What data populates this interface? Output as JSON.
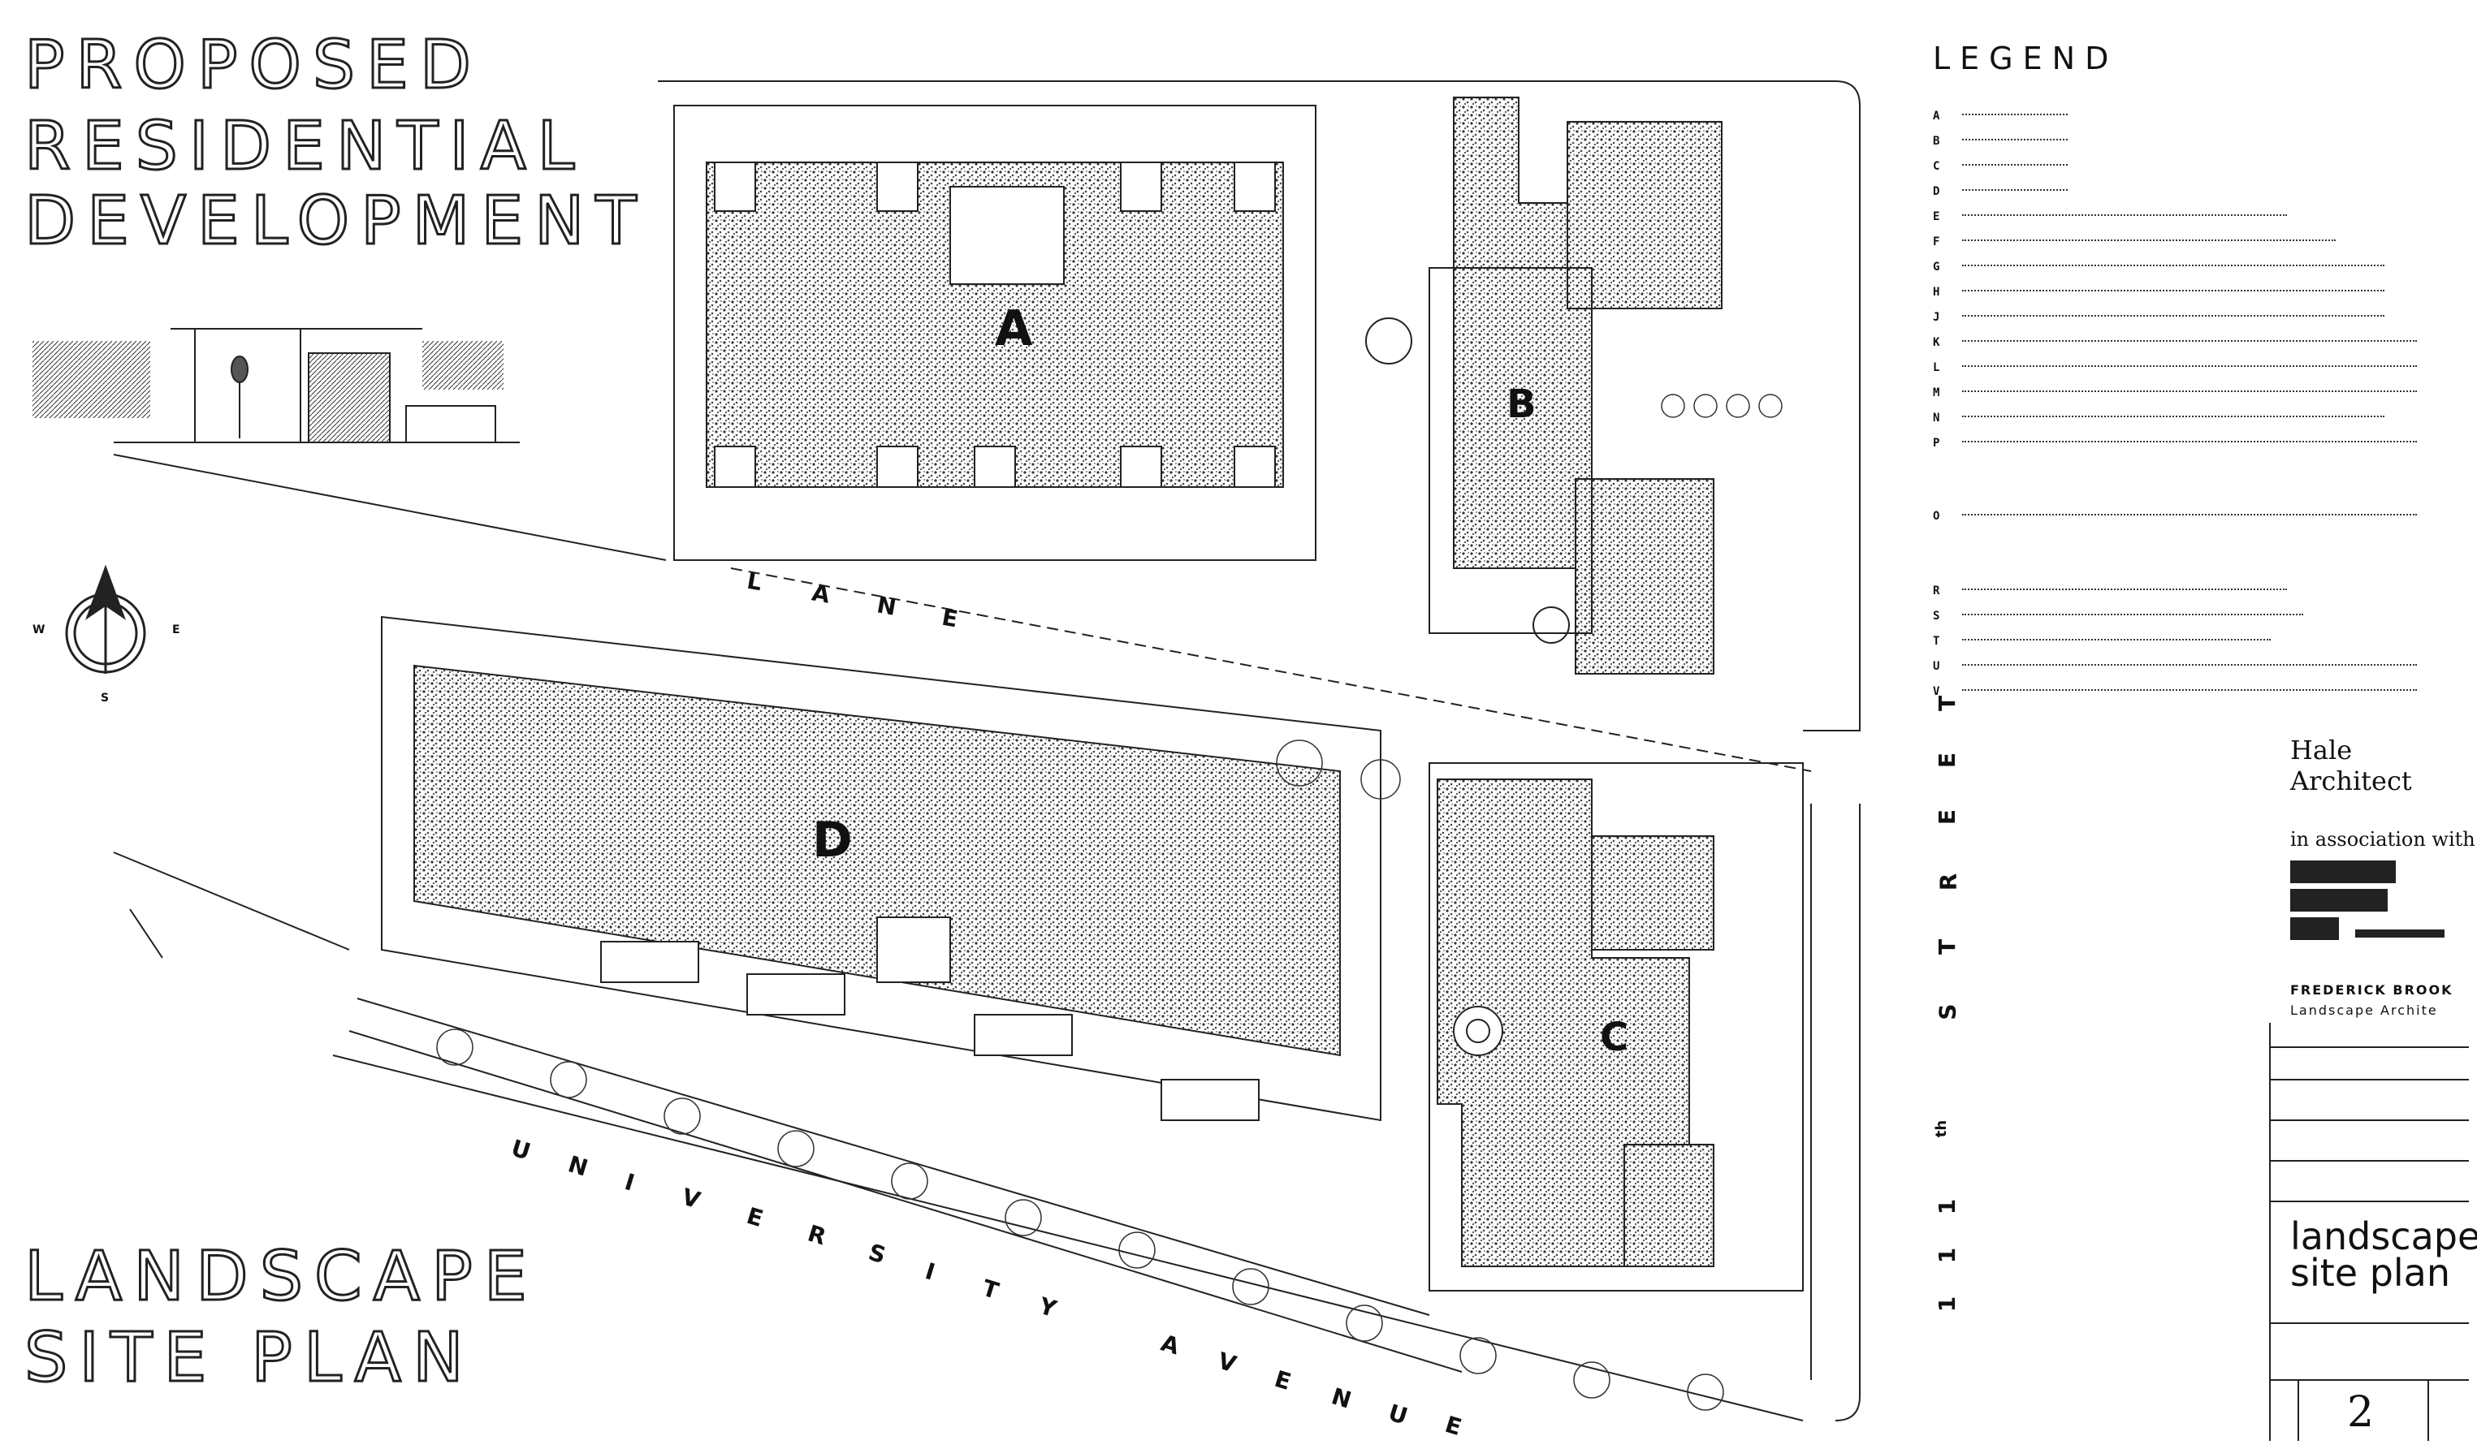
{
  "titles": {
    "top_line1": "PROPOSED",
    "top_line2": "RESIDENTIAL",
    "top_line3": "DEVELOPMENT",
    "bottom_line1": "LANDSCAPE",
    "bottom_line2": "SITE PLAN"
  },
  "legend": {
    "title": "LEGEND",
    "keys": [
      "A",
      "B",
      "C",
      "D",
      "E",
      "F",
      "G",
      "H",
      "J",
      "K",
      "L",
      "M",
      "N",
      "P",
      "O",
      "R",
      "S",
      "T",
      "U",
      "V"
    ]
  },
  "street_labels": {
    "lane": [
      "L",
      "A",
      "N",
      "E"
    ],
    "avenue": [
      "U",
      "N",
      "I",
      "V",
      "E",
      "R",
      "S",
      "I",
      "T",
      "Y",
      "A",
      "V",
      "E",
      "N",
      "U",
      "E"
    ],
    "street": [
      "1",
      "1",
      "1",
      "th",
      "S",
      "T",
      "R",
      "E",
      "E",
      "T"
    ]
  },
  "block_labels": [
    "A",
    "B",
    "C",
    "D"
  ],
  "compass": {
    "w": "W",
    "e": "E",
    "s": "S"
  },
  "title_block": {
    "firm": "Hale Architect",
    "association": "in association with",
    "landscape_line1": "FREDERICK BROOK",
    "landscape_line2": "Landscape Archite",
    "drawing_title_line1": "landscape",
    "drawing_title_line2": "site plan",
    "sheet_number": "2"
  },
  "colors": {
    "ink": "#1a1a1a",
    "paper": "#ffffff",
    "stipple": "#555555"
  }
}
